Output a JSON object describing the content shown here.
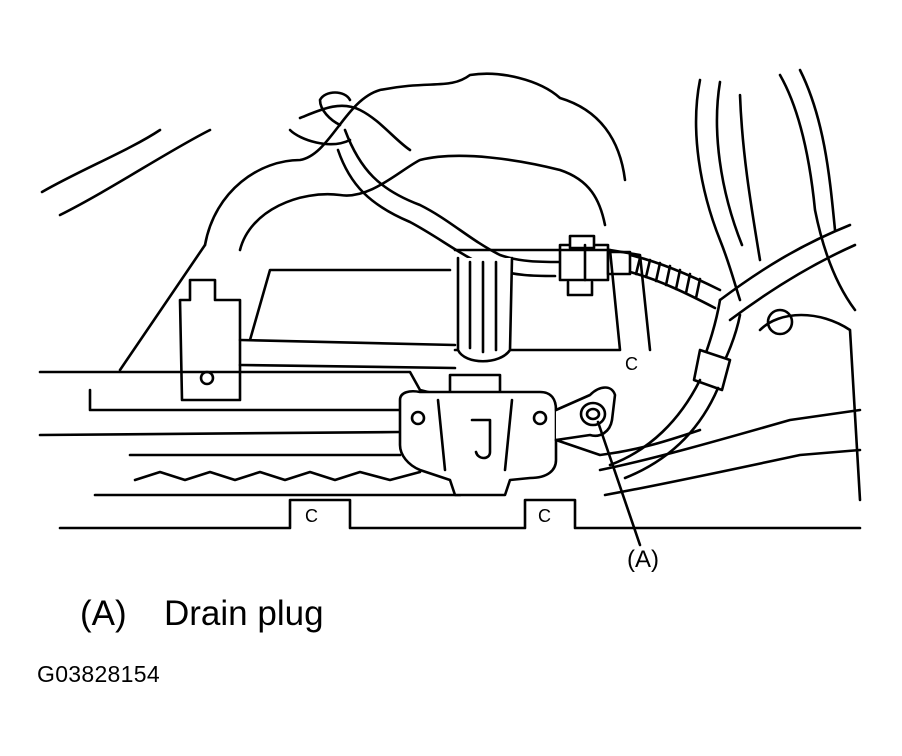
{
  "callout": {
    "label": "(A)"
  },
  "legend": {
    "key": "(A)",
    "text": "Drain plug"
  },
  "figure_id": "G03828154",
  "chassis_marks": [
    "C",
    "C",
    "C"
  ]
}
